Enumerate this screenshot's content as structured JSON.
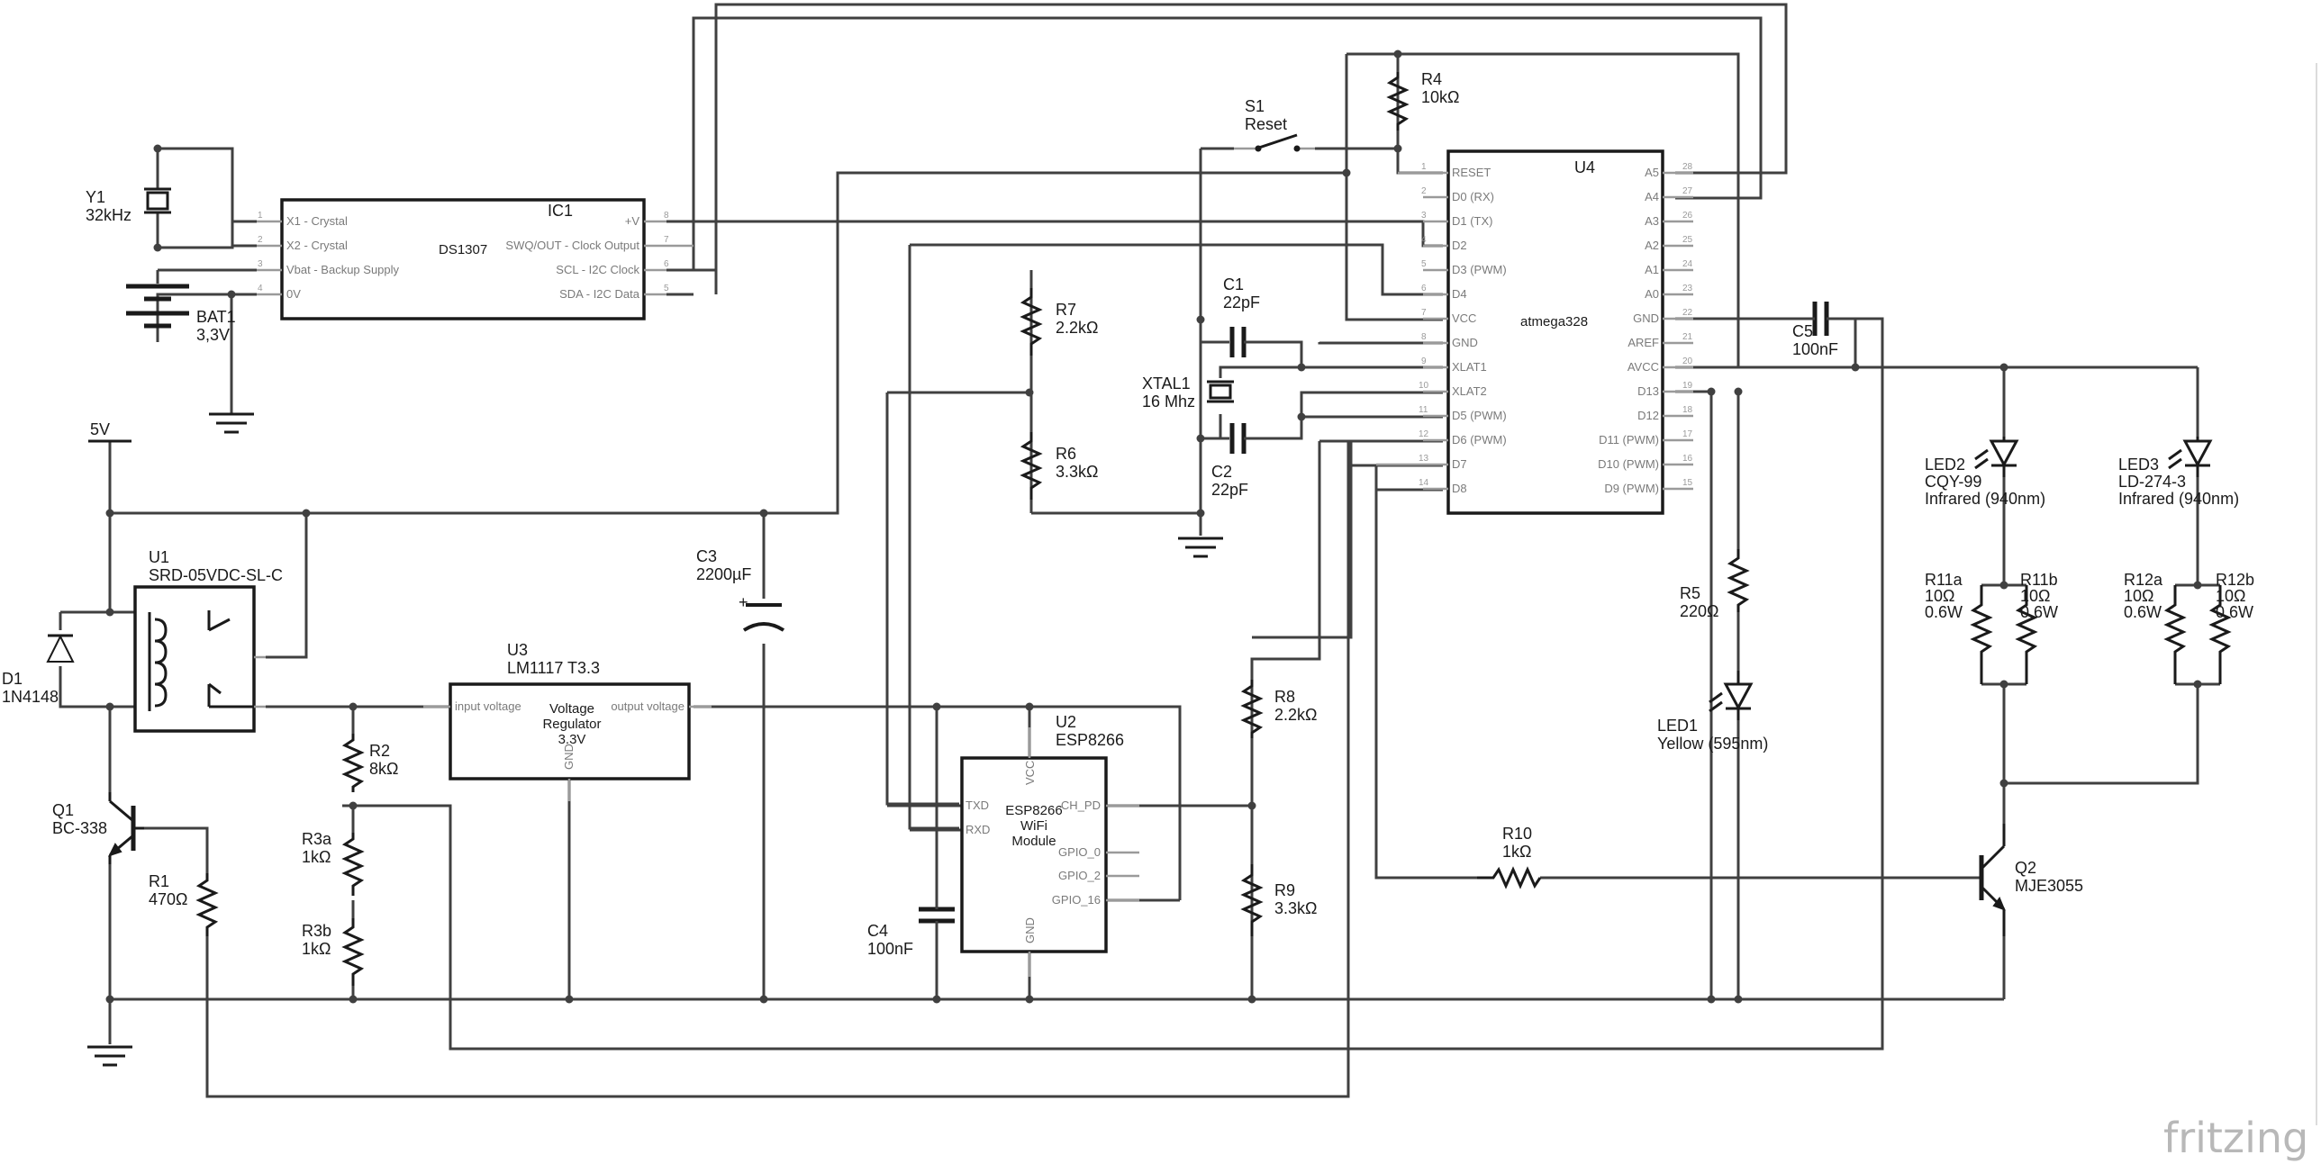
{
  "branding": {
    "logo_text": "fritzing"
  },
  "supply": {
    "label": "5V"
  },
  "components": {
    "Y1": {
      "ref": "Y1",
      "value": "32kHz"
    },
    "BAT1": {
      "ref": "BAT1",
      "value": "3,3V"
    },
    "IC1": {
      "ref": "IC1",
      "part": "DS1307",
      "pins_left": [
        "X1 - Crystal",
        "X2 - Crystal",
        "Vbat - Backup Supply",
        "0V"
      ],
      "pins_right": [
        "+V",
        "SWQ/OUT - Clock Output",
        "SCL - I2C Clock",
        "SDA - I2C Data"
      ],
      "pin_numbers_left": [
        "1",
        "2",
        "3",
        "4"
      ],
      "pin_numbers_right": [
        "8",
        "7",
        "6",
        "5"
      ]
    },
    "S1": {
      "ref": "S1",
      "value": "Reset"
    },
    "R4": {
      "ref": "R4",
      "value": "10kΩ"
    },
    "U4": {
      "ref": "U4",
      "part": "atmega328",
      "pins_left": [
        "RESET",
        "D0 (RX)",
        "D1 (TX)",
        "D2",
        "D3 (PWM)",
        "D4",
        "VCC",
        "GND",
        "XLAT1",
        "XLAT2",
        "D5 (PWM)",
        "D6 (PWM)",
        "D7",
        "D8"
      ],
      "pin_numbers_left": [
        "1",
        "2",
        "3",
        "4",
        "5",
        "6",
        "7",
        "8",
        "9",
        "10",
        "11",
        "12",
        "13",
        "14"
      ],
      "pins_right": [
        "A5",
        "A4",
        "A3",
        "A2",
        "A1",
        "A0",
        "GND",
        "AREF",
        "AVCC",
        "D13",
        "D12",
        "D11 (PWM)",
        "D10 (PWM)",
        "D9 (PWM)"
      ],
      "pin_numbers_right": [
        "28",
        "27",
        "26",
        "25",
        "24",
        "23",
        "22",
        "21",
        "20",
        "19",
        "18",
        "17",
        "16",
        "15"
      ]
    },
    "R7": {
      "ref": "R7",
      "value": "2.2kΩ"
    },
    "R6": {
      "ref": "R6",
      "value": "3.3kΩ"
    },
    "C1": {
      "ref": "C1",
      "value": "22pF"
    },
    "C2": {
      "ref": "C2",
      "value": "22pF"
    },
    "XTAL1": {
      "ref": "XTAL1",
      "value": "16 Mhz"
    },
    "C5": {
      "ref": "C5",
      "value": "100nF"
    },
    "U1": {
      "ref": "U1",
      "value": "SRD-05VDC-SL-C"
    },
    "D1": {
      "ref": "D1",
      "value": "1N4148"
    },
    "C3": {
      "ref": "C3",
      "value": "2200µF"
    },
    "U3": {
      "ref": "U3",
      "value": "LM1117 T3.3",
      "body_lines": [
        "Voltage",
        "Regulator",
        "3.3V"
      ],
      "pin_in": "input voltage",
      "pin_out": "output voltage",
      "pin_gnd": "GND"
    },
    "R2": {
      "ref": "R2",
      "value": "8kΩ"
    },
    "R3a": {
      "ref": "R3a",
      "value": "1kΩ"
    },
    "R3b": {
      "ref": "R3b",
      "value": "1kΩ"
    },
    "Q1": {
      "ref": "Q1",
      "value": "BC-338"
    },
    "R1": {
      "ref": "R1",
      "value": "470Ω"
    },
    "U2": {
      "ref": "U2",
      "value": "ESP8266",
      "body_lines": [
        "ESP8266",
        "WiFi",
        "Module"
      ],
      "pin_vcc": "VCC",
      "pin_gnd": "GND",
      "pin_txd": "TXD",
      "pin_rxd": "RXD",
      "pins_right": [
        "CH_PD",
        "GPIO_0",
        "GPIO_2",
        "GPIO_16"
      ]
    },
    "C4": {
      "ref": "C4",
      "value": "100nF"
    },
    "R8": {
      "ref": "R8",
      "value": "2.2kΩ"
    },
    "R9": {
      "ref": "R9",
      "value": "3.3kΩ"
    },
    "R10": {
      "ref": "R10",
      "value": "1kΩ"
    },
    "R5": {
      "ref": "R5",
      "value": "220Ω"
    },
    "LED1": {
      "ref": "LED1",
      "value": "Yellow (595nm)"
    },
    "LED2": {
      "ref": "LED2",
      "value": "CQY-99",
      "note": "Infrared (940nm)"
    },
    "LED3": {
      "ref": "LED3",
      "value": "LD-274-3",
      "note": "Infrared (940nm)"
    },
    "R11a": {
      "ref": "R11a",
      "value": "10Ω",
      "power": "0.6W"
    },
    "R11b": {
      "ref": "R11b",
      "value": "10Ω",
      "power": "0.6W"
    },
    "R12a": {
      "ref": "R12a",
      "value": "10Ω",
      "power": "0.6W"
    },
    "R12b": {
      "ref": "R12b",
      "value": "10Ω",
      "power": "0.6W"
    },
    "Q2": {
      "ref": "Q2",
      "value": "MJE3055"
    }
  }
}
